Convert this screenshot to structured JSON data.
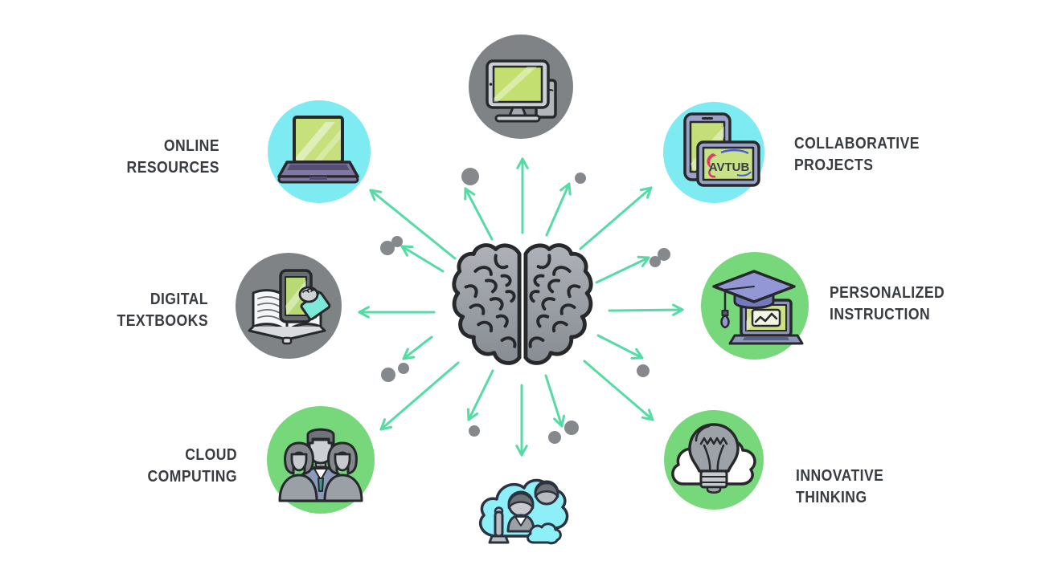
{
  "title": "Technology in education mind map",
  "colors": {
    "background": "#ffffff",
    "cyan_circle": "#7eeaf2",
    "gray_circle": "#7f8386",
    "green_circle": "#77d77b",
    "arrow_green": "#55dba4",
    "dot_gray": "#85888c",
    "label_text": "#383c40"
  },
  "center": {
    "icon": "brain-icon"
  },
  "nodes": [
    {
      "id": "digital-devices",
      "icon": "desktop-computer-icon",
      "circle": "gray",
      "label1": "",
      "label2": ""
    },
    {
      "id": "online-resources",
      "icon": "laptop-icon",
      "circle": "cyan",
      "label1": "ONLINE",
      "label2": "RESOURCES"
    },
    {
      "id": "collaborative-projects",
      "icon": "tablets-icon",
      "circle": "cyan",
      "label1": "COLLABORATIVE",
      "label2": "PROJECTS",
      "logo_text": "AVTUB"
    },
    {
      "id": "digital-textbooks",
      "icon": "book-tablet-icon",
      "circle": "gray",
      "label1": "DIGITAL",
      "label2": "TEXTBOOKS"
    },
    {
      "id": "personalized-instruction",
      "icon": "graduation-cap-laptop-icon",
      "circle": "green",
      "label1": "PERSONALIZED",
      "label2": "INSTRUCTION"
    },
    {
      "id": "cloud-computing",
      "icon": "people-group-icon",
      "circle": "green",
      "label1": "CLOUD",
      "label2": "COMPUTING"
    },
    {
      "id": "innovative-thinking",
      "icon": "lightbulb-cloud-icon",
      "circle": "green",
      "label1": "INNOVATIVE",
      "label2": "THINKING"
    },
    {
      "id": "cloud-collaboration",
      "icon": "cloud-people-icon",
      "circle": "none",
      "label1": "",
      "label2": ""
    }
  ],
  "arrows": {
    "color": "#55dba4",
    "list": [
      [
        650,
        290,
        650,
        198
      ],
      [
        612,
        298,
        579,
        235
      ],
      [
        566,
        322,
        461,
        237
      ],
      [
        551,
        338,
        500,
        307
      ],
      [
        540,
        389,
        447,
        389
      ],
      [
        537,
        420,
        502,
        447
      ],
      [
        570,
        452,
        474,
        535
      ],
      [
        613,
        462,
        583,
        523
      ],
      [
        649,
        480,
        649,
        567
      ],
      [
        679,
        468,
        699,
        531
      ],
      [
        727,
        450,
        812,
        523
      ],
      [
        744,
        418,
        799,
        446
      ],
      [
        758,
        387,
        849,
        386
      ],
      [
        742,
        352,
        807,
        321
      ],
      [
        722,
        310,
        810,
        234
      ],
      [
        680,
        293,
        708,
        229
      ]
    ]
  },
  "dots": {
    "color": "#85888c",
    "list": [
      [
        585,
        220,
        11
      ],
      [
        722,
        222,
        7
      ],
      [
        482,
        309,
        9
      ],
      [
        494,
        301,
        7
      ],
      [
        815,
        326,
        7
      ],
      [
        826,
        317,
        8
      ],
      [
        483,
        467,
        9
      ],
      [
        502,
        459,
        7
      ],
      [
        800,
        462,
        8
      ],
      [
        590,
        537,
        7
      ],
      [
        690,
        545,
        8
      ],
      [
        711,
        533,
        9
      ]
    ]
  }
}
